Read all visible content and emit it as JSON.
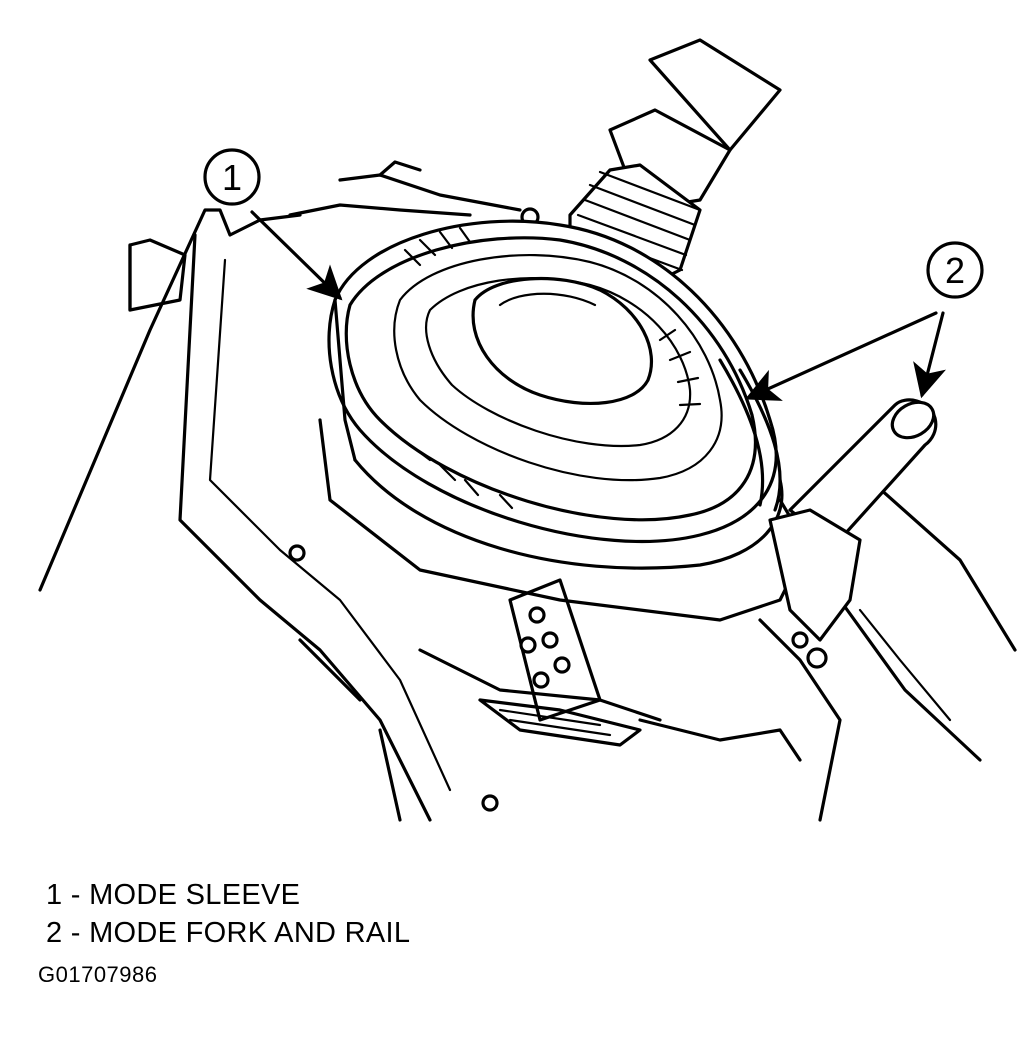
{
  "callouts": [
    {
      "number": "1"
    },
    {
      "number": "2"
    }
  ],
  "legend": [
    {
      "text": "1 - MODE SLEEVE"
    },
    {
      "text": "2 - MODE FORK AND RAIL"
    }
  ],
  "figure_id": "G01707986",
  "colors": {
    "line": "#000000",
    "background": "#ffffff"
  }
}
